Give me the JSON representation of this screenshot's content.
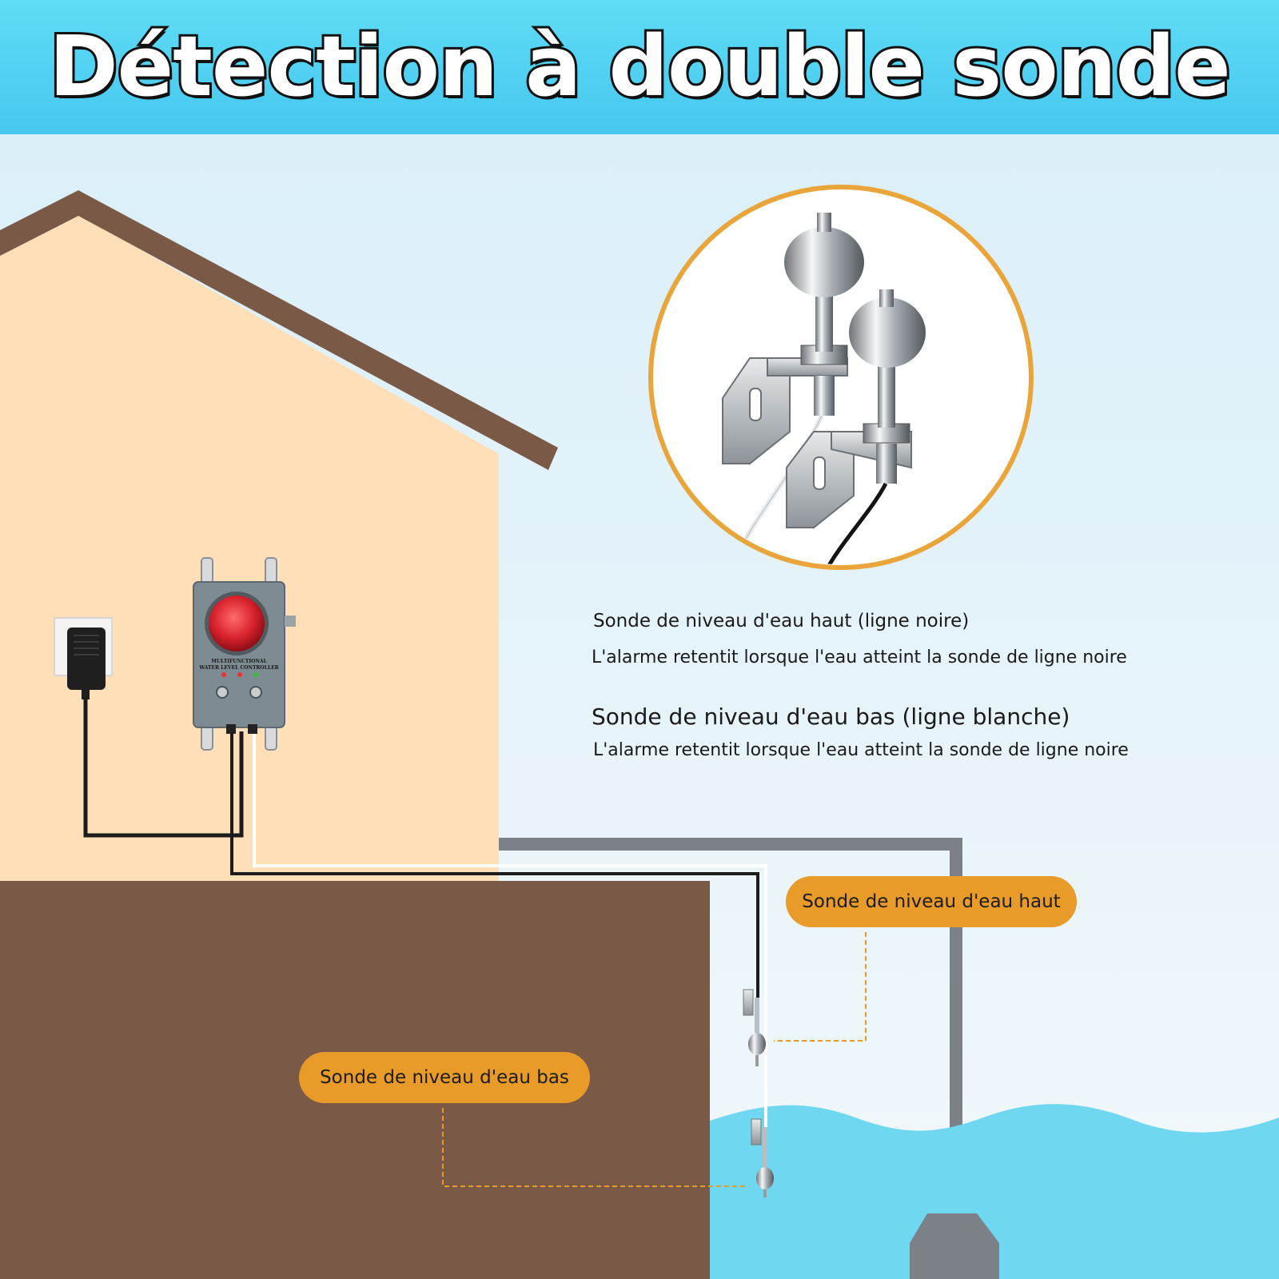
{
  "title": "Détection à double sonde",
  "info": {
    "high_title": "Sonde de niveau d'eau haut (ligne noire)",
    "high_desc": "L'alarme retentit lorsque l'eau atteint la sonde de ligne noire",
    "low_title": "Sonde de niveau d'eau bas (ligne blanche)",
    "low_desc": "L'alarme retentit lorsque l'eau atteint la sonde de ligne noire"
  },
  "callouts": {
    "high": "Sonde de niveau d'eau haut",
    "low": "Sonde de niveau d'eau bas"
  },
  "device": {
    "label_line1": "MULTIFUNCTIONAL",
    "label_line2": "WATER LEVEL CONTROLLER"
  },
  "colors": {
    "title_bar": "#54d3f2",
    "sky": "#e6f3fa",
    "house_wall": "#ffdfb8",
    "roof": "#7a5a47",
    "ground": "#7a5a47",
    "water": "#6fd7ef",
    "callout": "#e99b2a",
    "lens_ring": "#e9a53a"
  }
}
